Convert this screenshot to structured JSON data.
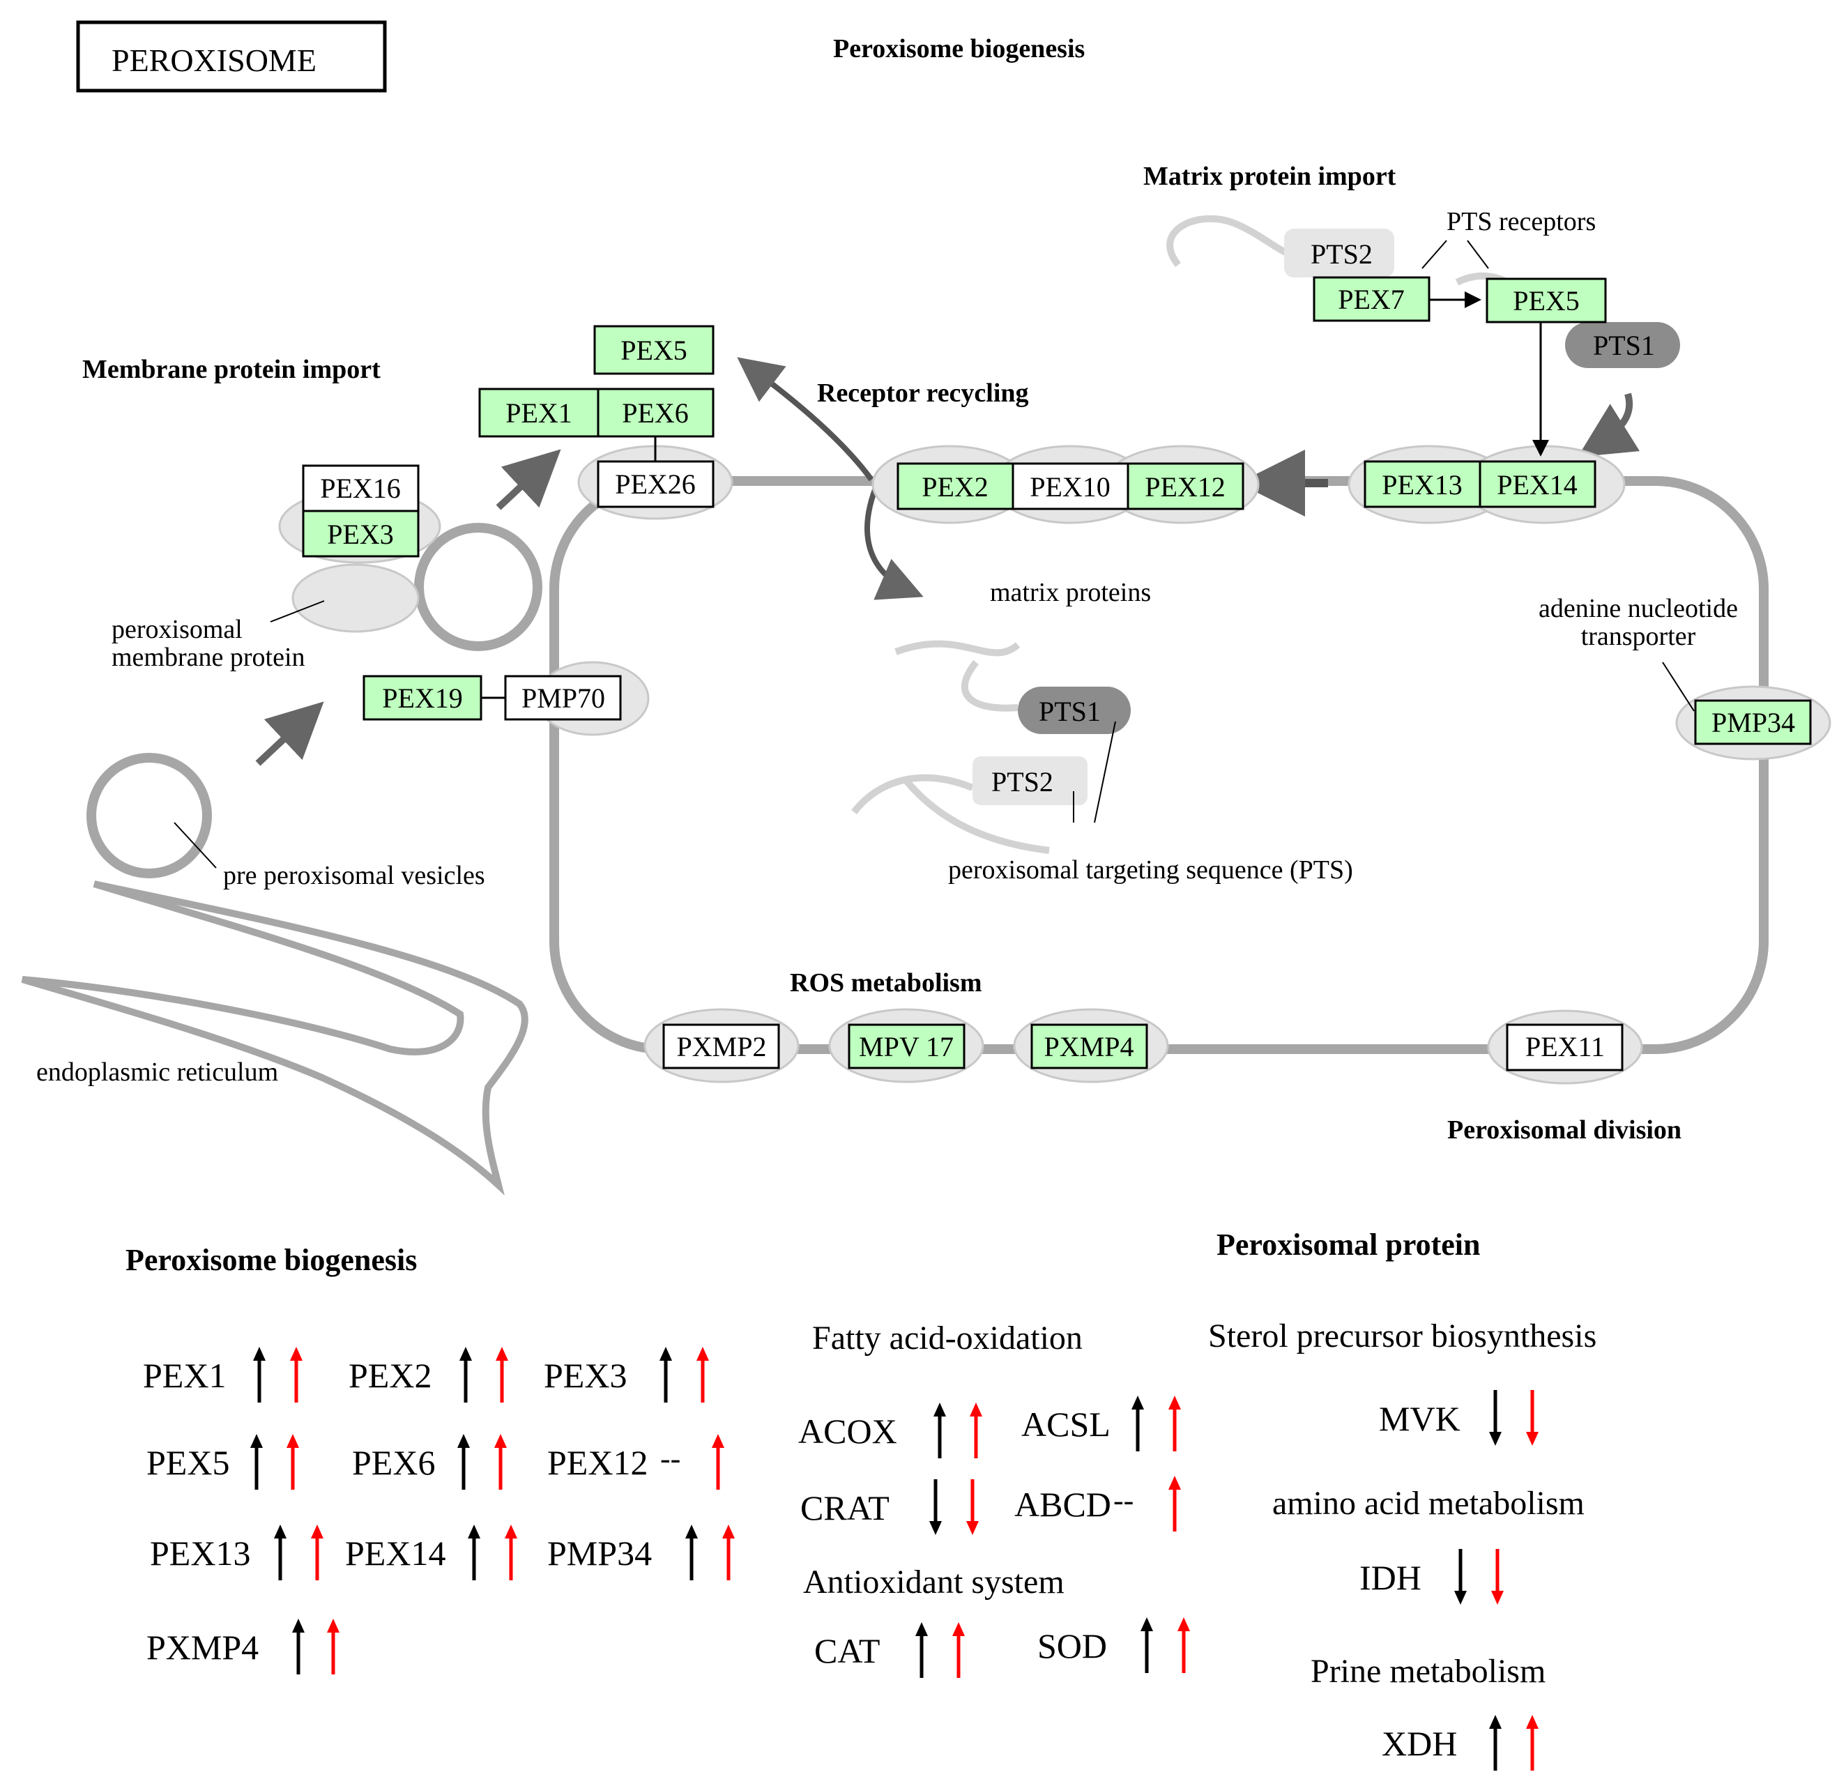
{
  "title": "PEROXISOME",
  "headings": {
    "biogenesis": "Peroxisome biogenesis",
    "matrix_import": "Matrix protein import",
    "membrane_import": "Membrane protein import",
    "receptor_recycling": "Receptor recycling",
    "ros": "ROS metabolism",
    "division": "Peroxisomal division"
  },
  "labels": {
    "pts_receptors": "PTS receptors",
    "matrix_proteins": "matrix proteins",
    "adenine_line1": "adenine nucleotide",
    "adenine_line2": "transporter",
    "pmp_line1": "peroxisomal",
    "pmp_line2": "membrane protein",
    "pre_vesicles": "pre peroxisomal vesicles",
    "pts_sequence": "peroxisomal targeting sequence (PTS)",
    "er": "endoplasmic reticulum"
  },
  "genes": {
    "pex5_top": "PEX5",
    "pex1": "PEX1",
    "pex6": "PEX6",
    "pex16": "PEX16",
    "pex3": "PEX3",
    "pex26": "PEX26",
    "pex2": "PEX2",
    "pex10": "PEX10",
    "pex12": "PEX12",
    "pex13": "PEX13",
    "pex14": "PEX14",
    "pex7": "PEX7",
    "pex5_right": "PEX5",
    "pts2_top": "PTS2",
    "pts1_top": "PTS1",
    "pex19": "PEX19",
    "pmp70": "PMP70",
    "pmp34": "PMP34",
    "pts1_mid": "PTS1",
    "pts2_mid": "PTS2",
    "pxmp2": "PXMP2",
    "mpv17": "MPV 17",
    "pxmp4": "PXMP4",
    "pex11": "PEX11"
  },
  "legend": {
    "biogenesis_title": "Peroxisome biogenesis",
    "protein_title": "Peroxisomal protein",
    "fatty_title": "Fatty acid-oxidation",
    "antioxidant_title": "Antioxidant system",
    "sterol_title": "Sterol precursor biosynthesis",
    "amino_title": "amino acid metabolism",
    "prine_title": "Prine metabolism",
    "colors": {
      "black": "#000000",
      "red": "#ff0000"
    },
    "items": [
      {
        "gene": "PEX1",
        "a": "up",
        "b": "up"
      },
      {
        "gene": "PEX2",
        "a": "up",
        "b": "up"
      },
      {
        "gene": "PEX3",
        "a": "up",
        "b": "up"
      },
      {
        "gene": "PEX5",
        "a": "up",
        "b": "up"
      },
      {
        "gene": "PEX6",
        "a": "up",
        "b": "up"
      },
      {
        "gene": "PEX12",
        "a": "--",
        "b": "up"
      },
      {
        "gene": "PEX13",
        "a": "up",
        "b": "up"
      },
      {
        "gene": "PEX14",
        "a": "up",
        "b": "up"
      },
      {
        "gene": "PMP34",
        "a": "up",
        "b": "up"
      },
      {
        "gene": "PXMP4",
        "a": "up",
        "b": "up"
      },
      {
        "gene": "ACOX",
        "a": "up",
        "b": "up"
      },
      {
        "gene": "ACSL",
        "a": "up",
        "b": "up"
      },
      {
        "gene": "CRAT",
        "a": "down",
        "b": "down"
      },
      {
        "gene": "ABCD",
        "a": "--",
        "b": "up"
      },
      {
        "gene": "CAT",
        "a": "up",
        "b": "up"
      },
      {
        "gene": "SOD",
        "a": "up",
        "b": "up"
      },
      {
        "gene": "MVK",
        "a": "down",
        "b": "down"
      },
      {
        "gene": "IDH",
        "a": "down",
        "b": "down"
      },
      {
        "gene": "XDH",
        "a": "up",
        "b": "up"
      }
    ]
  }
}
